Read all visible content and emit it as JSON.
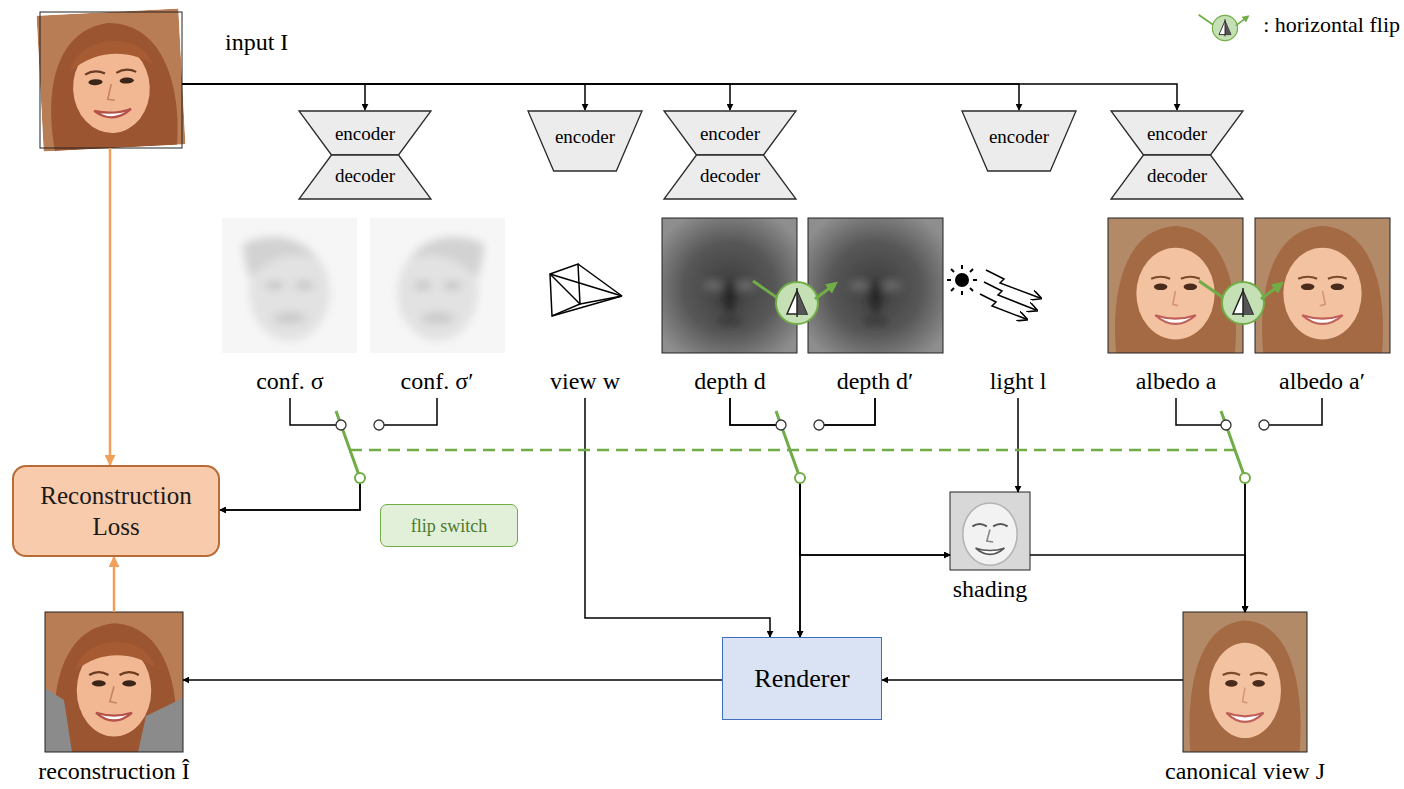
{
  "diagram": {
    "nodes": [
      {
        "text": [
          "input I"
        ]
      },
      {
        "text": [
          "encoder",
          "decoder"
        ]
      },
      {
        "text": [
          "encoder"
        ]
      },
      {
        "text": [
          "encoder",
          "decoder"
        ]
      },
      {
        "text": [
          "encoder"
        ]
      },
      {
        "text": [
          "encoder",
          "decoder"
        ]
      },
      {
        "text": [
          "conf. σ"
        ]
      },
      {
        "text": [
          "conf. σ′"
        ]
      },
      {
        "text": [
          "view w"
        ]
      },
      {
        "text": [
          "depth d"
        ]
      },
      {
        "text": [
          "depth d′"
        ]
      },
      {
        "text": [
          "light l"
        ]
      },
      {
        "text": [
          "albedo a"
        ]
      },
      {
        "text": [
          "albedo a′"
        ]
      },
      {
        "text": [
          "Reconstruction Loss"
        ]
      },
      {
        "text": [
          "flip switch"
        ]
      },
      {
        "text": [
          "shading"
        ]
      },
      {
        "text": [
          "Renderer"
        ]
      },
      {
        "text": [
          "reconstruction Î"
        ]
      },
      {
        "text": [
          "canonical view J"
        ]
      }
    ],
    "edges": [
      {
        "from": 0,
        "to": 1,
        "arrow": "to"
      },
      {
        "from": 0,
        "to": 2,
        "arrow": "to"
      },
      {
        "from": 0,
        "to": 3,
        "arrow": "to"
      },
      {
        "from": 0,
        "to": 4,
        "arrow": "to"
      },
      {
        "from": 0,
        "to": 5,
        "arrow": "to"
      },
      {
        "from": 0,
        "to": 14,
        "arrow": "to"
      },
      {
        "from": 6,
        "to": 14,
        "arrow": "to"
      },
      {
        "from": 7,
        "to": 14,
        "arrow": "to"
      },
      {
        "from": 8,
        "to": 17,
        "arrow": "to"
      },
      {
        "from": 9,
        "to": 17,
        "arrow": "to"
      },
      {
        "from": 10,
        "to": 17,
        "arrow": "to"
      },
      {
        "from": 9,
        "to": 16,
        "arrow": "to"
      },
      {
        "from": 10,
        "to": 16,
        "arrow": "to"
      },
      {
        "from": 11,
        "to": 16,
        "arrow": "to"
      },
      {
        "from": 12,
        "to": 19,
        "arrow": "to"
      },
      {
        "from": 13,
        "to": 19,
        "arrow": "to"
      },
      {
        "from": 16,
        "to": 19,
        "arrow": "to"
      },
      {
        "from": 19,
        "to": 17,
        "arrow": "to"
      },
      {
        "from": 17,
        "to": 18,
        "arrow": "to"
      },
      {
        "from": 18,
        "to": 14,
        "arrow": "to"
      }
    ],
    "legend": [
      {
        "text": ": horizontal flip"
      }
    ]
  }
}
